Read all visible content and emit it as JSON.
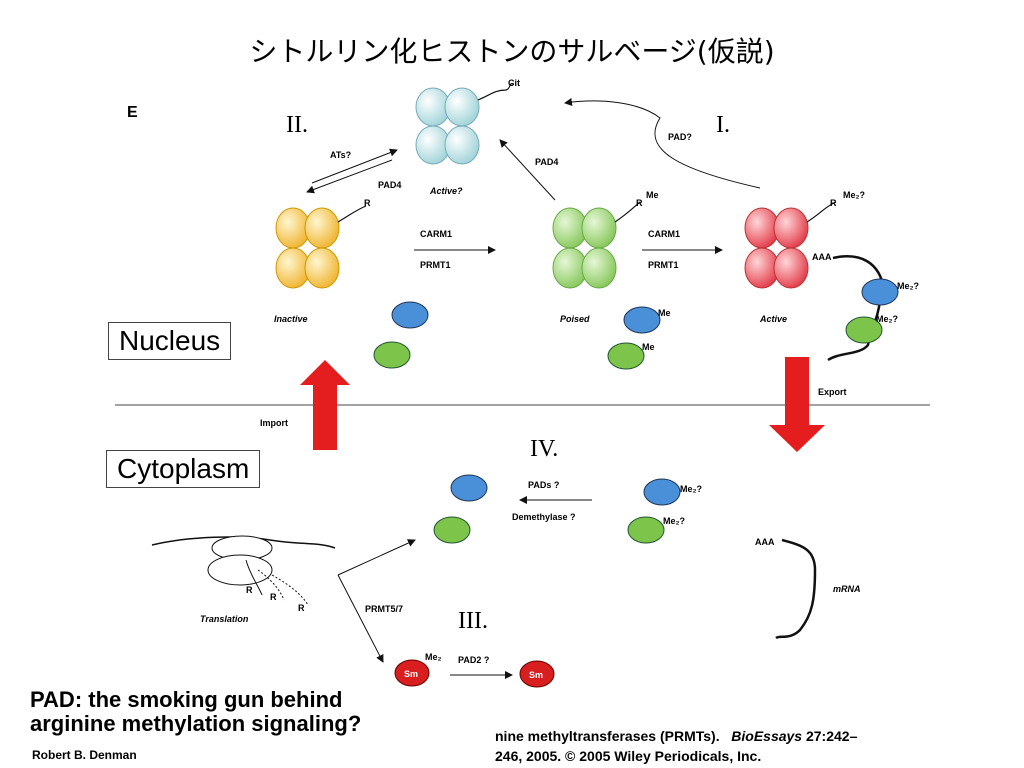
{
  "slide": {
    "title": "シトルリン化ヒストンのサルベージ(仮説)",
    "panel_letter": "E"
  },
  "compartments": {
    "nucleus": "Nucleus",
    "cytoplasm": "Cytoplasm"
  },
  "steps": {
    "i": "I.",
    "ii": "II.",
    "iii": "III.",
    "iv": "IV."
  },
  "diagram": {
    "cit": "Cit",
    "ats": "ATs?",
    "pad4_a": "PAD4",
    "pad4_b": "PAD4",
    "pad_q": "PAD?",
    "active_q": "Active?",
    "r1": "R",
    "me_poised": "Me",
    "r2": "R",
    "me2_q": "Me₂?",
    "carm1_a": "CARM1",
    "prmt1_a": "PRMT1",
    "carm1_b": "CARM1",
    "prmt1_b": "PRMT1",
    "aaa1": "AAA",
    "inactive": "Inactive",
    "poised": "Poised",
    "active": "Active",
    "me_a": "Me",
    "me_b": "Me",
    "me2_a": "Me₂?",
    "me2_b": "Me₂?",
    "import": "Import",
    "export": "Export",
    "pads_q": "PADs ?",
    "demethylase": "Demethylase ?",
    "me2_c": "Me₂?",
    "me2_d": "Me₂?",
    "aaa2": "AAA",
    "mrna": "mRNA",
    "translation": "Translation",
    "r_a": "R",
    "r_b": "R",
    "r_c": "R",
    "prmt57": "PRMT5/7",
    "sm1": "Sm",
    "sm2": "Sm",
    "me2_sm": "Me₂",
    "pad2": "PAD2 ?"
  },
  "paper": {
    "title_line1": "PAD: the smoking gun behind",
    "title_line2": "arginine methylation signaling?",
    "author": "Robert B. Denman",
    "citation_text": "nine methyltransferases (PRMTs).",
    "journal": "BioEssays",
    "volume": "27:242–",
    "citation_line2": "246, 2005. © 2005 Wiley Periodicals, Inc."
  },
  "colors": {
    "histone_cyan": "#bfe3e6",
    "histone_yellow": "#f6c85a",
    "histone_green": "#9fd47a",
    "histone_red": "#e84a55",
    "protein_blue": "#4a90d9",
    "protein_green": "#7cc44a",
    "sm_red": "#d81e1e",
    "arrow_red": "#e41e1e"
  }
}
